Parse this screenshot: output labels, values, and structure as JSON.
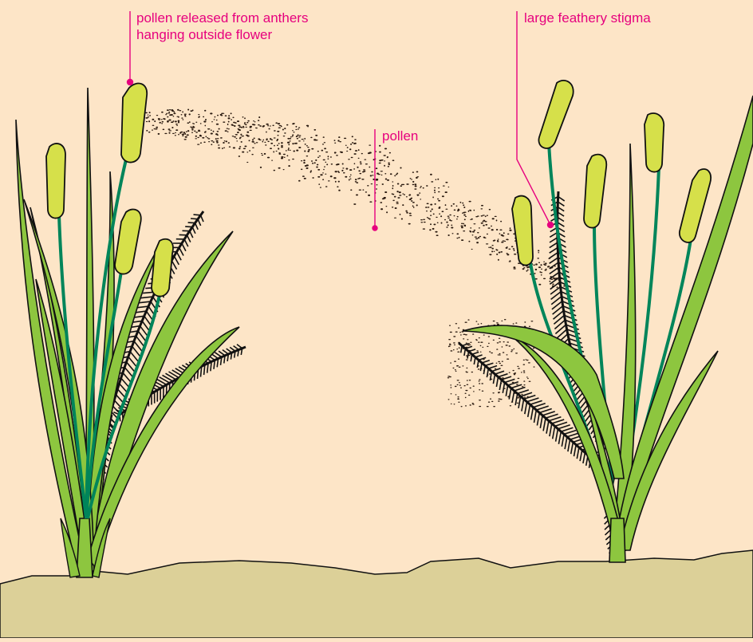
{
  "labels": {
    "anthers_line1": "pollen released from anthers",
    "anthers_line2": "hanging outside flower",
    "stigma": "large feathery stigma",
    "pollen": "pollen"
  },
  "colors": {
    "background": "#fde5c7",
    "soil": "#dcd098",
    "leaf": "#8dc63f",
    "stem": "#00855a",
    "anther": "#d6e04a",
    "outline": "#111111",
    "pollen": "#2a1a10",
    "label": "#e6007e"
  }
}
